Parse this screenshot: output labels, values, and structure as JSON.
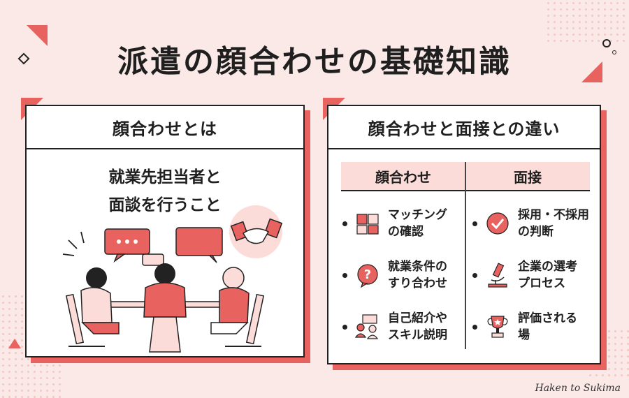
{
  "title": "派遣の顔合わせの基礎知識",
  "left_panel": {
    "heading": "顔合わせとは",
    "description_line1": "就業先担当者と",
    "description_line2": "面談を行うこと"
  },
  "right_panel": {
    "heading": "顔合わせと面接との違い",
    "col_left_header": "顔合わせ",
    "col_right_header": "面接",
    "left_items": [
      {
        "line1": "マッチング",
        "line2": "の確認",
        "icon": "puzzle-icon"
      },
      {
        "line1": "就業条件の",
        "line2": "すり合わせ",
        "icon": "question-bubble-icon"
      },
      {
        "line1": "自己紹介や",
        "line2": "スキル説明",
        "icon": "people-presenting-icon"
      }
    ],
    "right_items": [
      {
        "line1": "採用・不採用",
        "line2": "の判断",
        "icon": "check-circle-icon"
      },
      {
        "line1": "企業の選考",
        "line2": "プロセス",
        "icon": "microscope-icon"
      },
      {
        "line1": "評価される",
        "line2": "場",
        "icon": "trophy-icon"
      }
    ]
  },
  "signature": "Haken to Sukima",
  "colors": {
    "accent": "#e8625f",
    "background": "#fbe9e7",
    "header_fill": "#fbdcd8"
  }
}
